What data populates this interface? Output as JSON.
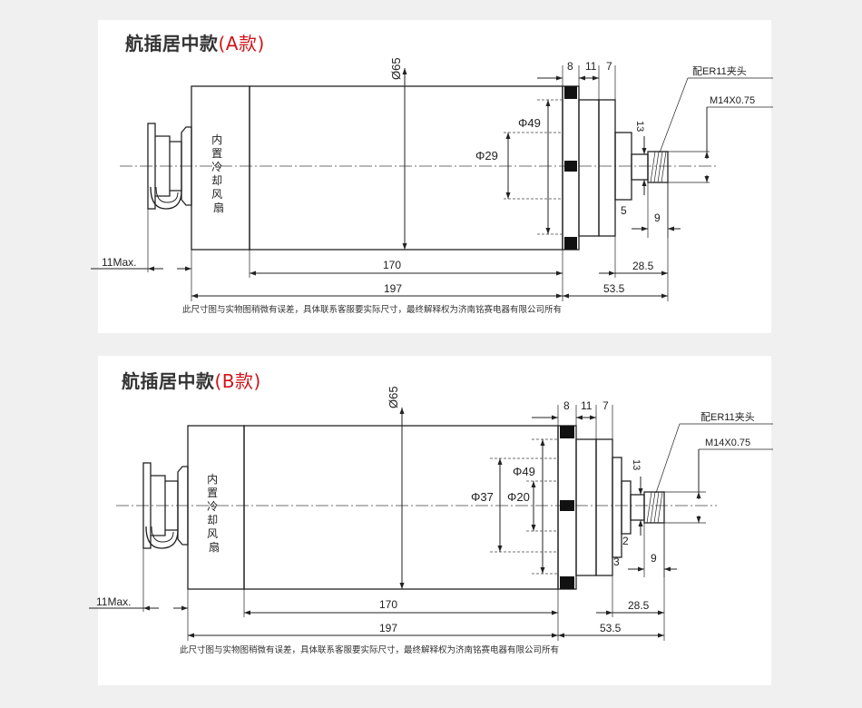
{
  "diagrams": [
    {
      "title": "航插居中款",
      "variant": "(A款)",
      "fan_label": [
        "内",
        "置",
        "冷",
        "却",
        "风",
        "扇"
      ],
      "dims": {
        "d65": "Ø65",
        "d49": "Φ49",
        "d29": "Φ29",
        "w8": "8",
        "w11": "11",
        "w7": "7",
        "h13": "13",
        "h5": "5",
        "l9": "9",
        "l28": "28.5",
        "l170": "170",
        "l197": "197",
        "l53": "53.5",
        "max": "11Max.",
        "collet": "配ER11夹头",
        "thread": "M14X0.75"
      },
      "note": "此尺寸图与实物图稍微有误差，具体联系客服要实际尺寸，最终解释权为济南铭赛电器有限公司所有"
    },
    {
      "title": "航插居中款",
      "variant": "(B款)",
      "fan_label": [
        "内",
        "置",
        "冷",
        "却",
        "风",
        "扇"
      ],
      "dims": {
        "d65": "Ø65",
        "d49": "Φ49",
        "d37": "Φ37",
        "d20": "Φ20",
        "w8": "8",
        "w11": "11",
        "w7": "7",
        "h13": "13",
        "h2": "2",
        "h3": "3",
        "l9": "9",
        "l28": "28.5",
        "l170": "170",
        "l197": "197",
        "l53": "53.5",
        "max": "11Max.",
        "collet": "配ER11夹头",
        "thread": "M14X0.75"
      },
      "note": "此尺寸图与实物图稍微有误差，具体联系客服要实际尺寸，最终解释权为济南铭赛电器有限公司所有"
    }
  ]
}
